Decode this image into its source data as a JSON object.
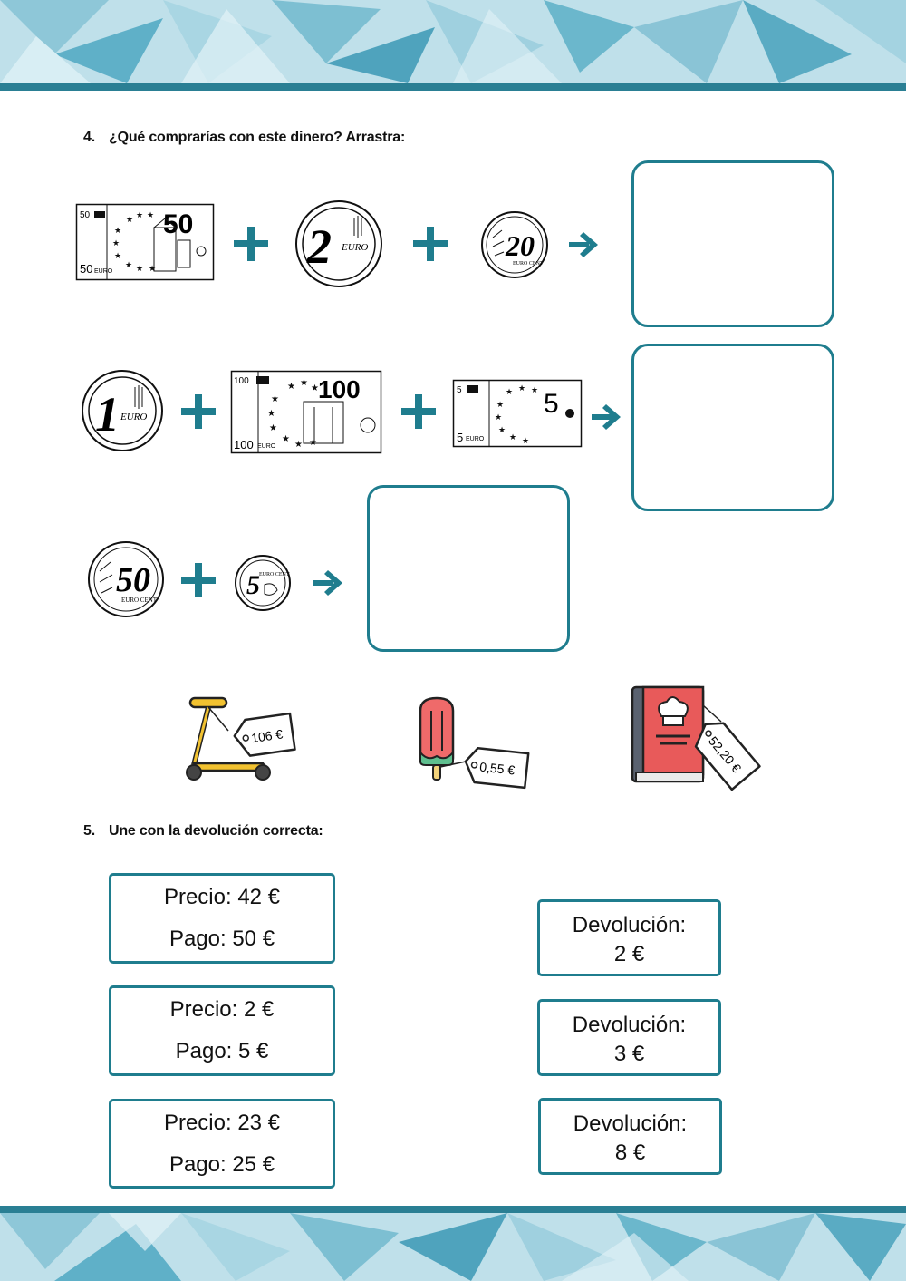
{
  "theme": {
    "accent": "#1f7d8e",
    "banner_light": "#bfe0ea",
    "banner_dark": "#2d8fa8"
  },
  "section4": {
    "number": "4.",
    "title": "¿Qué comprarías con este dinero? Arrastra:",
    "rows": [
      {
        "items": [
          {
            "kind": "banknote",
            "value": "50",
            "unit": "EURO"
          },
          {
            "kind": "coin",
            "value": "2",
            "unit": "EURO"
          },
          {
            "kind": "coin",
            "value": "20",
            "unit": "EURO CENT"
          }
        ]
      },
      {
        "items": [
          {
            "kind": "coin",
            "value": "1",
            "unit": "EURO"
          },
          {
            "kind": "banknote",
            "value": "100",
            "unit": "EURO"
          },
          {
            "kind": "banknote",
            "value": "5",
            "unit": "EURO"
          }
        ]
      },
      {
        "items": [
          {
            "kind": "coin",
            "value": "50",
            "unit": "EURO CENT"
          },
          {
            "kind": "coin",
            "value": "5",
            "unit": "EURO CENT"
          }
        ]
      }
    ],
    "products": [
      {
        "name": "scooter-icon",
        "price": "106 €"
      },
      {
        "name": "popsicle-icon",
        "price": "0,55 €"
      },
      {
        "name": "cookbook-icon",
        "price": "52,20 €"
      }
    ]
  },
  "section5": {
    "number": "5.",
    "title": "Une con la devolución correcta:",
    "left_cards": [
      {
        "precio": "Precio: 42 €",
        "pago": "Pago: 50 €"
      },
      {
        "precio": "Precio: 2 €",
        "pago": "Pago:  5 €"
      },
      {
        "precio": "Precio: 23 €",
        "pago": "Pago: 25 €"
      }
    ],
    "right_cards": [
      {
        "label": "Devolución:",
        "amount": "2 €"
      },
      {
        "label": "Devolución:",
        "amount": "3 €"
      },
      {
        "label": "Devolución:",
        "amount": "8 €"
      }
    ]
  }
}
